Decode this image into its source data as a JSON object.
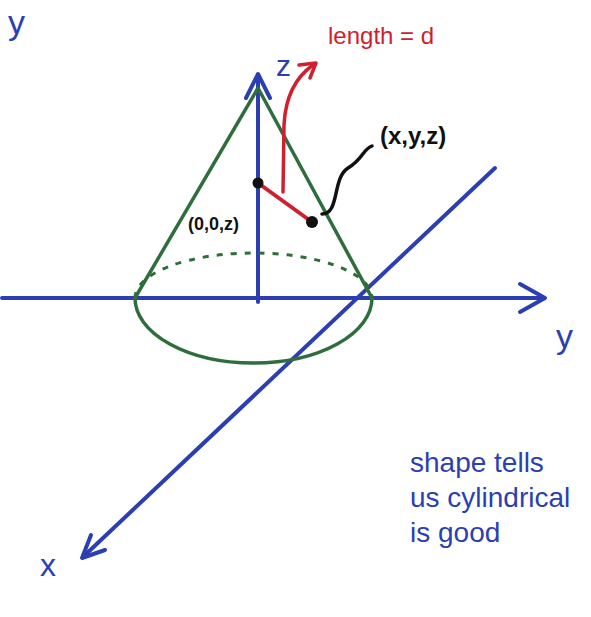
{
  "diagram": {
    "labels": [
      "y",
      "z",
      "length = d",
      "(x,y,z)",
      "(0,0,z)",
      "y",
      "x",
      "shape tells us cylindrical is good"
    ]
  }
}
